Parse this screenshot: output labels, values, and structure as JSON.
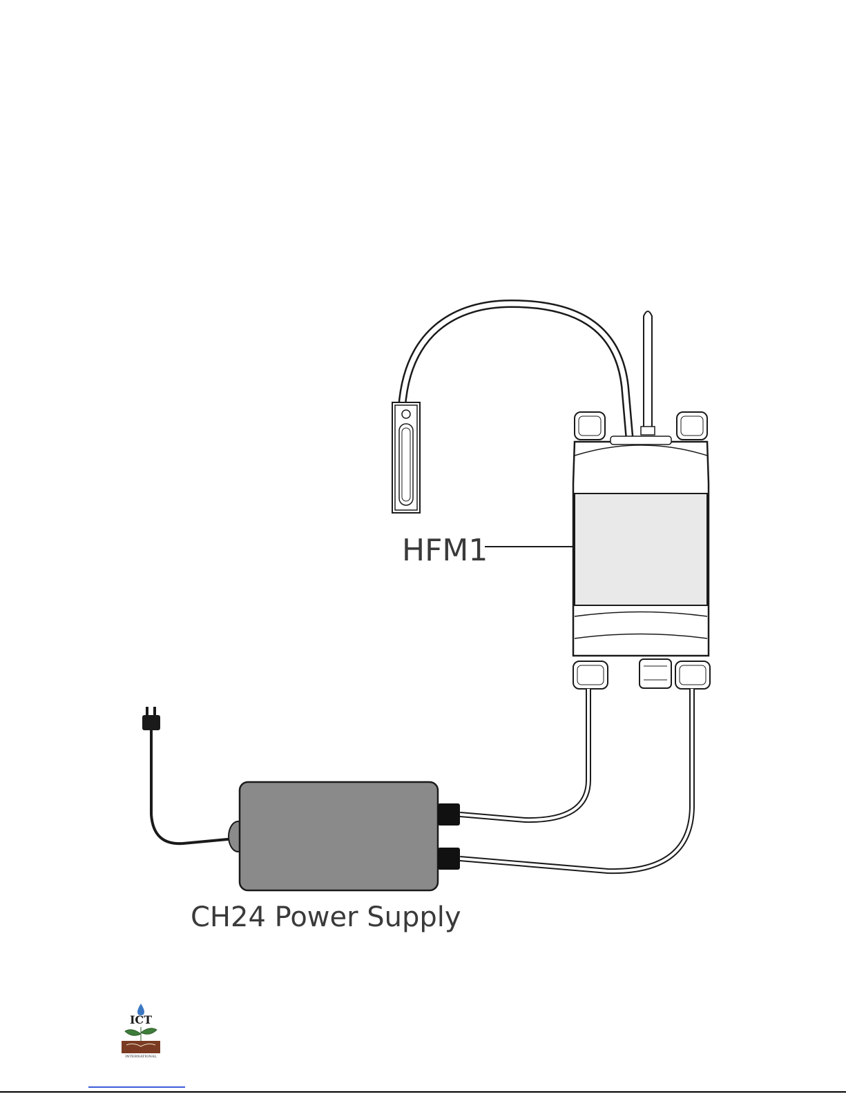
{
  "labels": {
    "device": "HFM1",
    "power_supply": "CH24 Power Supply"
  },
  "logo": {
    "abbrev": "ICT",
    "sub": "INTERNATIONAL"
  },
  "colors": {
    "supply_body": "#898a89",
    "device_band": "#e8e9e8",
    "outline": "#1a1a1a",
    "logo_green": "#3f7d3a",
    "logo_brown": "#7a3b22",
    "logo_blue": "#3c78c2"
  }
}
